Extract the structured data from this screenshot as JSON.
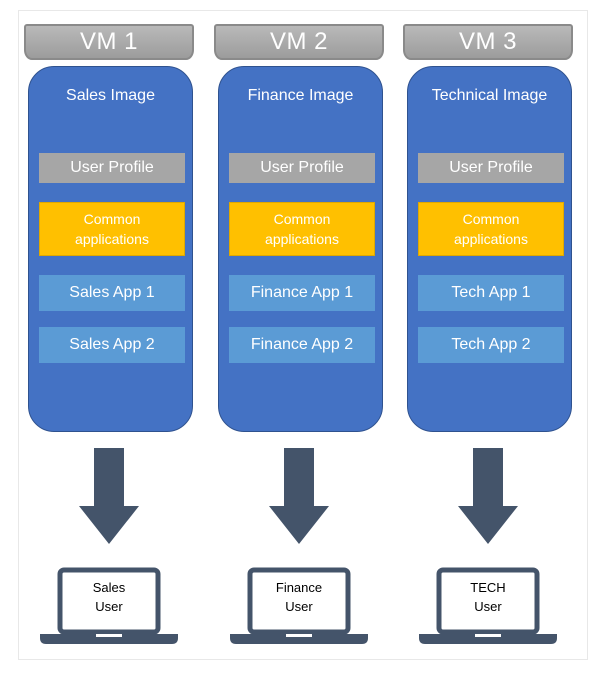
{
  "columns": [
    {
      "vm_label": "VM 1",
      "image_title": "Sales Image",
      "layers": {
        "profile": "User Profile",
        "common_line1": "Common",
        "common_line2": "applications",
        "app1": "Sales App 1",
        "app2": "Sales App 2"
      },
      "user_line1": "Sales",
      "user_line2": "User"
    },
    {
      "vm_label": "VM 2",
      "image_title": "Finance Image",
      "layers": {
        "profile": "User Profile",
        "common_line1": "Common",
        "common_line2": "applications",
        "app1": "Finance App 1",
        "app2": "Finance App 2"
      },
      "user_line1": "Finance",
      "user_line2": "User"
    },
    {
      "vm_label": "VM 3",
      "image_title": "Technical Image",
      "layers": {
        "profile": "User Profile",
        "common_line1": "Common",
        "common_line2": "applications",
        "app1": "Tech App 1",
        "app2": "Tech App 2"
      },
      "user_line1": "TECH",
      "user_line2": "User"
    }
  ],
  "colors": {
    "image_box": "#4472c4",
    "profile": "#a6a6a6",
    "common": "#ffc000",
    "app": "#5b9bd5",
    "arrow": "#44546a",
    "laptop": "#44546a"
  },
  "icons": {
    "arrow": "down-arrow-icon",
    "device": "laptop-icon"
  }
}
